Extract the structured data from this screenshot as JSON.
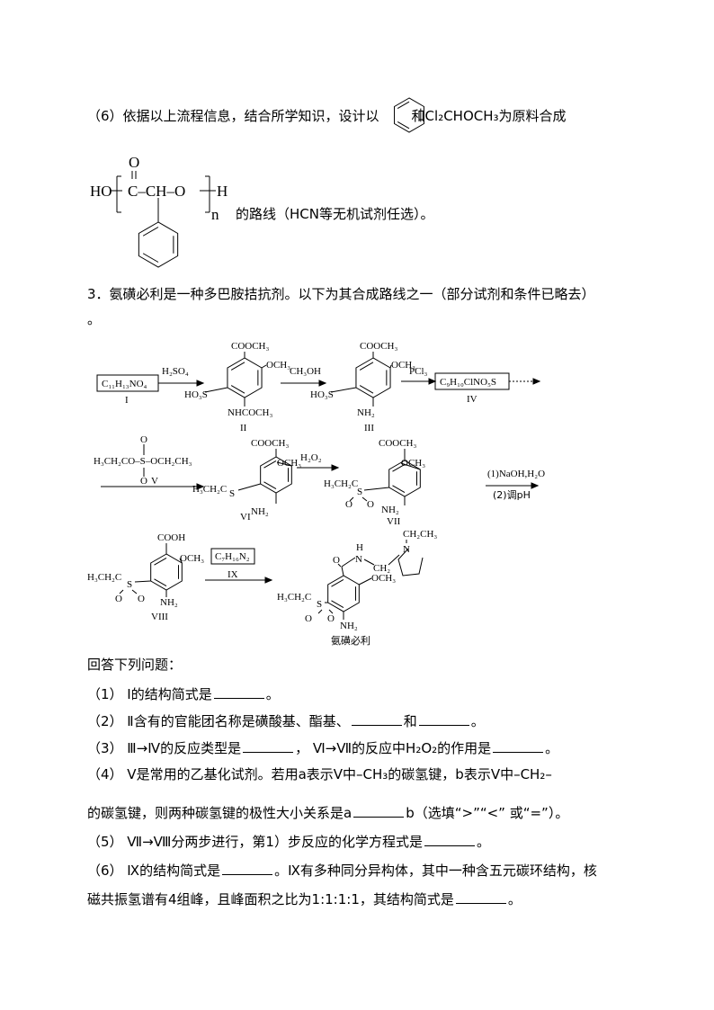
{
  "q6_prev": {
    "text_a": "（6）依据以上流程信息，结合所学知识，设计以",
    "text_b": "和Cl₂CHOCH₃为原料合成",
    "polymer": {
      "ho": "HO",
      "o_top": "O",
      "chain": "C–CH–O",
      "h": "H",
      "n": "n"
    },
    "text_c": "的路线（HCN等无机试剂任选）。"
  },
  "q3": {
    "title": "3．氨磺必利是一种多巴胺拮抗剂。以下为其合成路线之一（部分试剂和条件已略去）",
    "title_end": "。"
  },
  "scheme": {
    "I": {
      "formula": "C₁₁H₁₃NO₄",
      "label": "I"
    },
    "r1": "H₂SO₄",
    "II": {
      "top": "COOCH₃",
      "right": "OCH₃",
      "left": "HO₃S",
      "bottom": "NHCOCH₃",
      "label": "II"
    },
    "r2": "CH₃OH",
    "III": {
      "top": "COOCH₃",
      "right": "OCH₃",
      "left": "HO₃S",
      "bottom": "NH₂",
      "label": "III"
    },
    "r3": "PCl₃",
    "IV": {
      "formula": "C₉H₁₀ClNO₅S",
      "label": "IV"
    },
    "V": {
      "o_top": "O",
      "formula": "H₃CH₂CO–S–OCH₂CH₃",
      "o_bottom": "O",
      "label": "V"
    },
    "VI": {
      "top": "COOCH₃",
      "right": "OCH₃",
      "left": "H₃CH₂C",
      "s": "S",
      "bottom": "NH₂",
      "label": "VI"
    },
    "r5": "H₂O₂",
    "VII": {
      "top": "COOCH₃",
      "right": "OCH₃",
      "left": "H₃CH₂C",
      "s": "S",
      "o1": "O",
      "o2": "O",
      "bottom": "NH₂",
      "label": "VII"
    },
    "r6a": "(1)NaOH,H₂O",
    "r6b": "(2)调pH",
    "VIII": {
      "top": "COOH",
      "right": "OCH₃",
      "left": "H₃CH₂C",
      "s": "S",
      "o1": "O",
      "o2": "O",
      "bottom": "NH₂",
      "label": "VIII"
    },
    "IX": {
      "formula": "C₇H₁₆N₂",
      "label": "IX"
    },
    "product": {
      "o": "O",
      "h": "H",
      "n_amide": "N",
      "ch2": "CH₂",
      "n_ring": "N",
      "ethyl": "CH₂CH₃",
      "right": "OCH₃",
      "left": "H₃CH₂C",
      "s": "S",
      "o1": "O",
      "o2": "O",
      "bottom": "NH₂",
      "label": "氨磺必利"
    }
  },
  "questions": {
    "intro": "回答下列问题：",
    "q1": {
      "a": "（1） Ⅰ的结构简式是",
      "b": "。"
    },
    "q2": {
      "a": "（2） Ⅱ含有的官能团名称是磺酸基、酯基、",
      "b": "和",
      "c": "。"
    },
    "q3": {
      "a": "（3） Ⅲ→Ⅳ的反应类型是",
      "b": "，  Ⅵ→Ⅶ的反应中H₂O₂的作用是",
      "c": "。"
    },
    "q4": {
      "a": "（4） Ⅴ是常用的乙基化试剂。若用a表示Ⅴ中–CH₃的碳氢键，b表示Ⅴ中–CH₂–",
      "b": "的碳氢键，则两种碳氢键的极性大小关系是a",
      "c": "b（选填“>”“<” 或“=”）。"
    },
    "q5": {
      "a": "（5） Ⅶ→Ⅷ分两步进行，第1）步反应的化学方程式是",
      "b": "。"
    },
    "q6": {
      "a": "（6） Ⅸ的结构简式是",
      "b": "。Ⅸ有多种同分异构体，其中一种含五元碳环结构，核",
      "c": "磁共振氢谱有4组峰，且峰面积之比为1:1:1:1，其结构简式是",
      "d": "。"
    }
  }
}
